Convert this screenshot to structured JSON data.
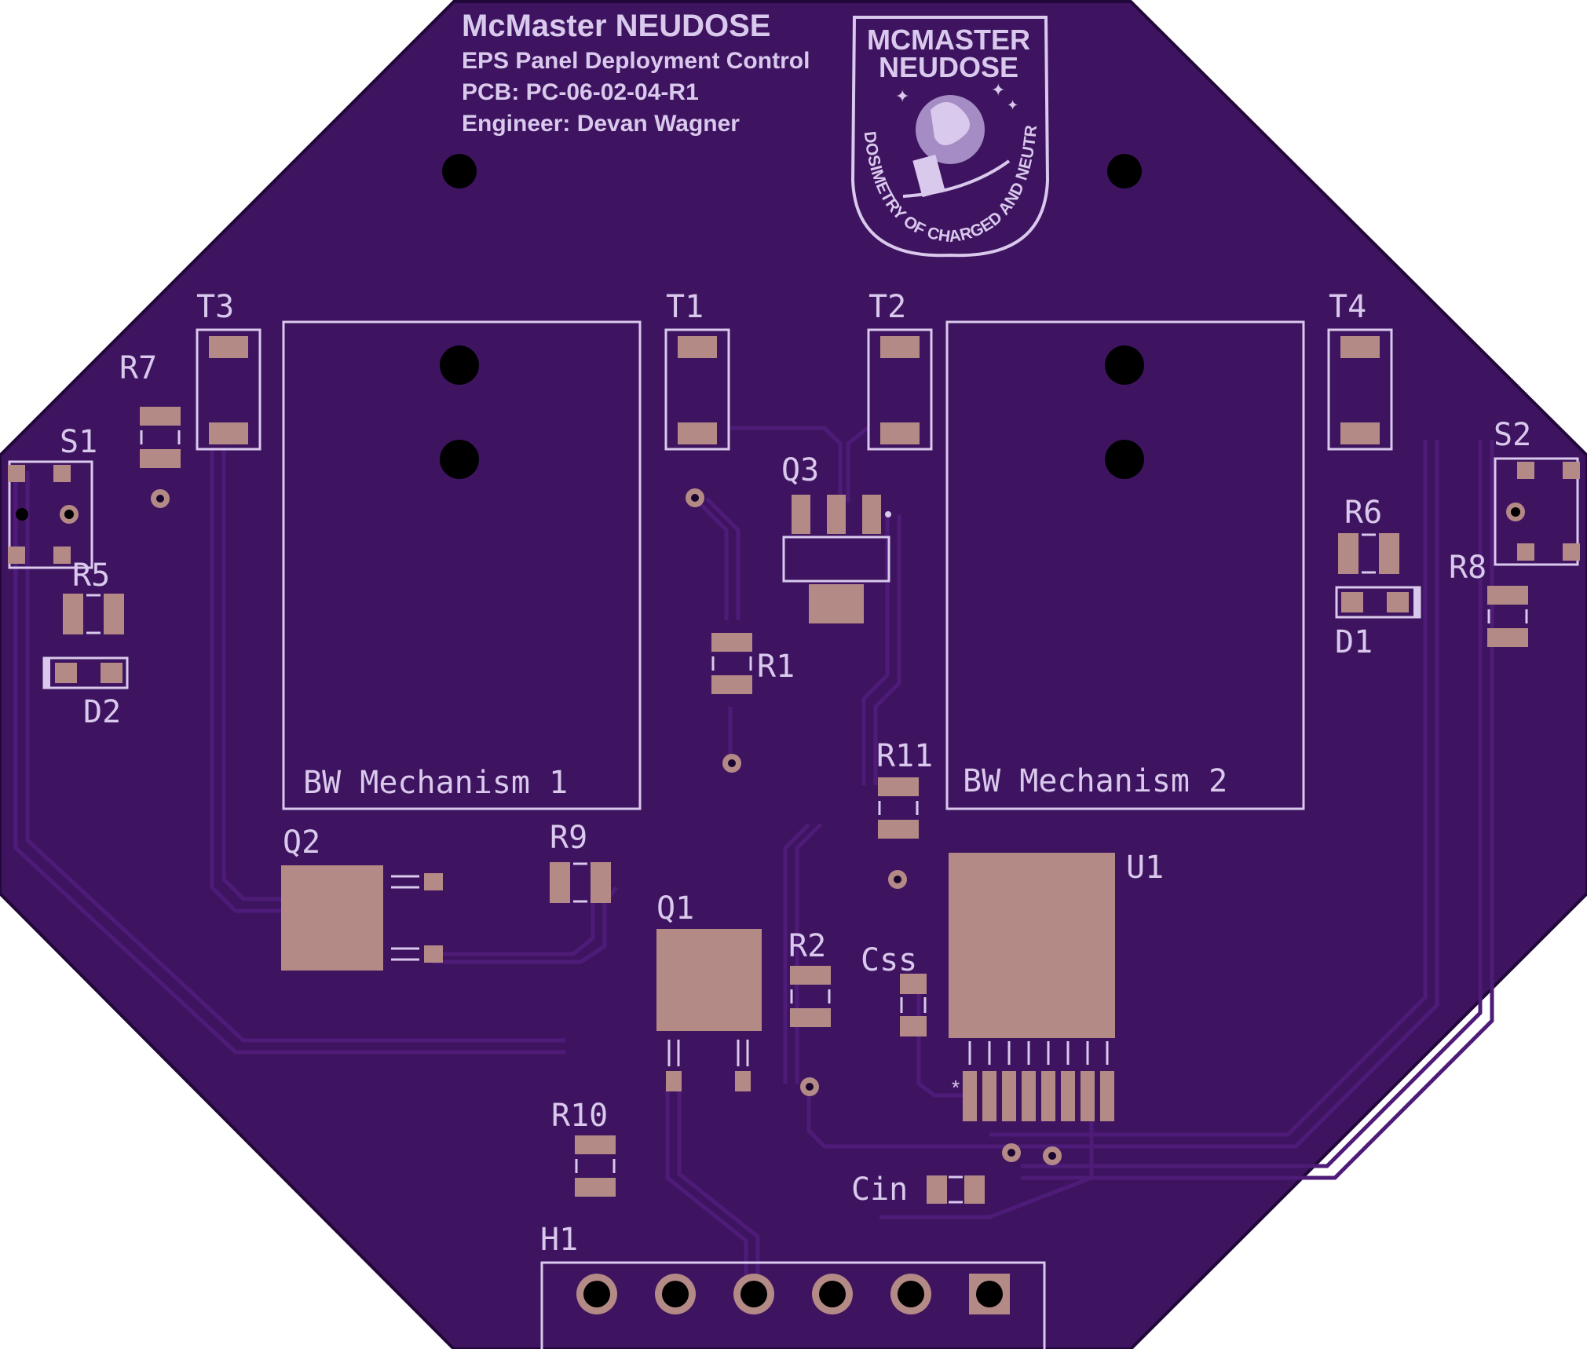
{
  "header": {
    "title": "McMaster NEUDOSE",
    "line1": "EPS Panel Deployment Control",
    "line2": "PCB: PC-06-02-04-R1",
    "line3": "Engineer: Devan Wagner"
  },
  "logo": {
    "line1": "MCMASTER",
    "line2": "NEUDOSE",
    "arc": "DOSIMETRY OF CHARGED AND NEUTRAL PARTICLES"
  },
  "components": {
    "T1": "T1",
    "T2": "T2",
    "T3": "T3",
    "T4": "T4",
    "S1": "S1",
    "S2": "S2",
    "R1": "R1",
    "R2": "R2",
    "R5": "R5",
    "R6": "R6",
    "R7": "R7",
    "R8": "R8",
    "R9": "R9",
    "R10": "R10",
    "R11": "R11",
    "Q1": "Q1",
    "Q2": "Q2",
    "Q3": "Q3",
    "D1": "D1",
    "D2": "D2",
    "U1": "U1",
    "H1": "H1",
    "Css": "Css",
    "Cin": "Cin"
  },
  "mechanisms": {
    "m1": "BW Mechanism 1",
    "m2": "BW Mechanism 2"
  },
  "colors": {
    "board": "#3e1460",
    "edge": "#2a0a45",
    "copper": "#b48a86",
    "silk": "#d9c9ec",
    "trace": "#4a1a72"
  }
}
